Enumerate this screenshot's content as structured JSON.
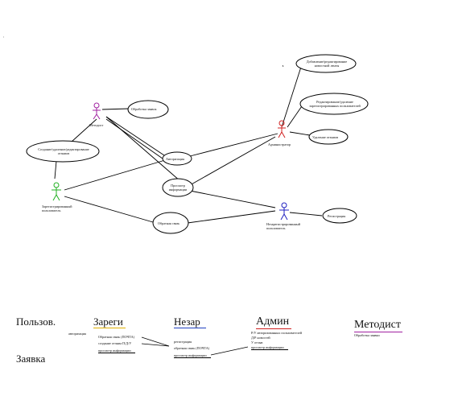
{
  "corner_mark": "'",
  "actors": {
    "methodist": {
      "label": "Методист",
      "color": "#a020a0"
    },
    "admin": {
      "label": "Администратор",
      "color": "#d02020"
    },
    "registered_user": {
      "label": "Зарегистрированный пользователь",
      "color": "#20b020"
    },
    "unregistered_user": {
      "label": "Незарегистрированный пользователь",
      "color": "#2020c0"
    }
  },
  "usecases": {
    "process_requests": "Обработка заявок",
    "create_reviews": "Создание/удаление/редактирование отзывов",
    "authorization": "Авторизация",
    "view_info": "Просмотр информации",
    "feedback": "Обратная связь",
    "registration": "Регистрация",
    "news_feed": "Добавление/редактирование новостной ленты",
    "edit_users": "Редактирование/удаление зарегистрированных пользователей",
    "delete_reviews": "Удаление отзывов"
  },
  "legend": {
    "col_user": {
      "title": "Пользов.",
      "items": [
        "авторизация"
      ]
    },
    "col_reg": {
      "title": "Зареги",
      "color": "#e0b000",
      "items": [
        "Обратная связь (ПОЧТА)",
        "создание отзыва П/Д/У",
        "просмотр информации"
      ]
    },
    "col_unreg": {
      "title": "Незар",
      "color": "#2040c0",
      "items": [
        "регистрация",
        "обратная связь (ПОЧТА)",
        "просмотр информации"
      ]
    },
    "col_admin": {
      "title": "Админ",
      "color": "#d02020",
      "items": [
        "Р/У авторизованных пользователей",
        "Д/Р новостей",
        "У отзыв",
        "просмотр информации"
      ]
    },
    "col_methodist": {
      "title": "Методист",
      "color": "#a020a0",
      "items": [
        "Обработка заявки"
      ]
    },
    "request_title": "Заявка"
  }
}
